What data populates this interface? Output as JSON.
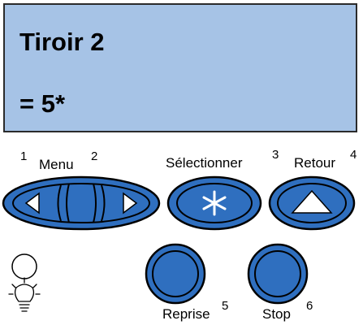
{
  "display": {
    "line1": "Tiroir 2",
    "line2": "= 5*"
  },
  "buttons": {
    "menu": {
      "label": "Menu",
      "left_number": "1",
      "right_number": "2"
    },
    "select": {
      "label": "Sélectionner",
      "number": "3"
    },
    "back": {
      "label": "Retour",
      "number": "4"
    },
    "resume": {
      "label": "Reprise",
      "number": "5"
    },
    "stop": {
      "label": "Stop",
      "number": "6"
    }
  },
  "colors": {
    "display_bg": "#a6c3e6",
    "button_fill": "#2f6fbf",
    "outline": "#000000"
  },
  "icons": {
    "menu_left": "left-triangle-icon",
    "menu_right": "right-triangle-icon",
    "select": "asterisk-icon",
    "back": "up-triangle-icon",
    "indicator": "lightbulb-icon"
  }
}
